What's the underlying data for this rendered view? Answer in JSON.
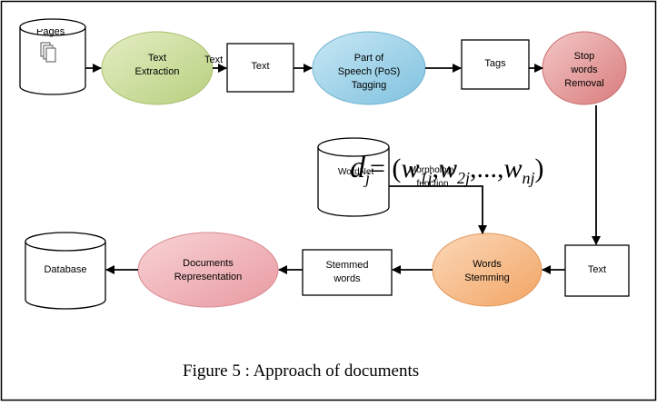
{
  "nodes": {
    "pages": "Pages",
    "text_extraction": "Text\nExtraction",
    "text_edge": "Text",
    "text_box_1": "Text",
    "pos_tagging": "Part of\nSpeech (PoS)\nTagging",
    "tags_box": "Tags",
    "stop_words": "Stop\nwords\nRemoval",
    "wordnet": "WordNet",
    "morphology": "Morphology\nfunction",
    "text_box_2": "Text",
    "words_stemming": "Words\nStemming",
    "stemmed_words": "Stemmed\nwords",
    "documents_representation": "Documents\nRepresentation",
    "database": "Database"
  },
  "formula": {
    "d": "d",
    "d_sub": "j",
    "equals": "= (",
    "w1": "w",
    "w1_sub": "1j",
    "comma1": ",",
    "w2": "w",
    "w2_sub": "2j",
    "ellipsis": ",...,",
    "wn": "w",
    "wn_sub": "nj",
    "close": ")"
  },
  "caption": "Figure 5 : Approach of  documents",
  "colors": {
    "text_extraction_fill": "#c9dd9a",
    "pos_tagging_fill": "#9dd3ea",
    "stop_words_fill": "#e79a9a",
    "words_stemming_fill": "#f6b987",
    "documents_representation_fill": "#f0b1b6",
    "line": "#000000"
  }
}
